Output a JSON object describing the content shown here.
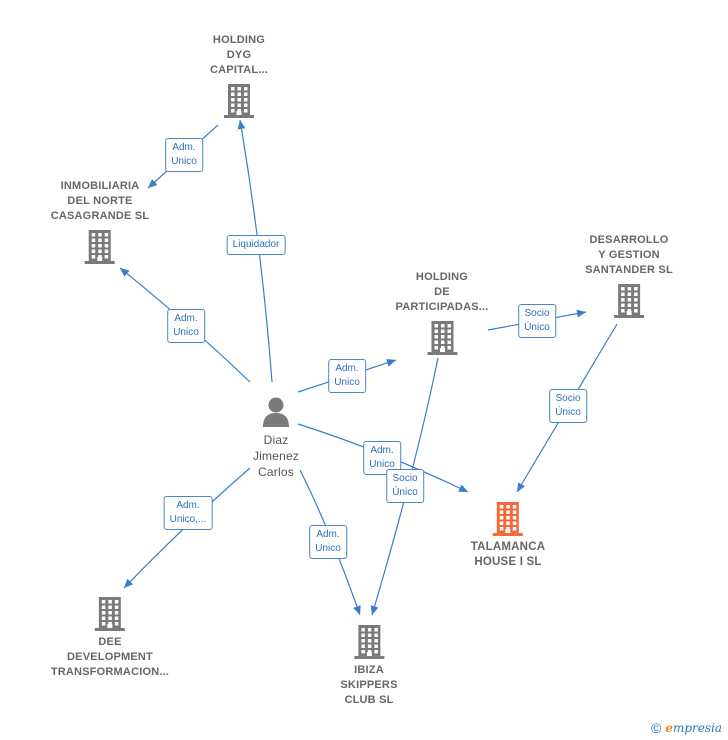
{
  "nodes": [
    {
      "id": "holding_dyg",
      "lines": [
        "HOLDING",
        "DYG",
        "CAPITAL..."
      ],
      "kind": "company"
    },
    {
      "id": "inmobiliaria",
      "lines": [
        "INMOBILIARIA",
        "DEL NORTE",
        "CASAGRANDE SL"
      ],
      "kind": "company"
    },
    {
      "id": "holding_part",
      "lines": [
        "HOLDING",
        "DE",
        "PARTICIPADAS..."
      ],
      "kind": "company"
    },
    {
      "id": "desarrollo",
      "lines": [
        "DESARROLLO",
        "Y GESTION",
        "SANTANDER SL"
      ],
      "kind": "company"
    },
    {
      "id": "person",
      "lines": [
        "Diaz",
        "Jimenez",
        "Carlos"
      ],
      "kind": "person"
    },
    {
      "id": "talamanca",
      "lines": [
        "TALAMANCA",
        "HOUSE I  SL"
      ],
      "kind": "main"
    },
    {
      "id": "dee",
      "lines": [
        "DEE",
        "DEVELOPMENT",
        "TRANSFORMACION..."
      ],
      "kind": "company"
    },
    {
      "id": "ibiza",
      "lines": [
        "IBIZA",
        "SKIPPERS",
        "CLUB  SL"
      ],
      "kind": "company"
    }
  ],
  "edges": [
    {
      "lines": [
        "Adm.",
        "Unico"
      ]
    },
    {
      "lines": [
        "Liquidador"
      ]
    },
    {
      "lines": [
        "Adm.",
        "Unico"
      ]
    },
    {
      "lines": [
        "Adm.",
        "Unico"
      ]
    },
    {
      "lines": [
        "Socio",
        "Único"
      ]
    },
    {
      "lines": [
        "Socio",
        "Único"
      ]
    },
    {
      "lines": [
        "Adm.",
        "Unico"
      ]
    },
    {
      "lines": [
        "Socio",
        "Único"
      ]
    },
    {
      "lines": [
        "Adm.",
        "Unico,..."
      ]
    },
    {
      "lines": [
        "Adm.",
        "Unico"
      ]
    }
  ],
  "colors": {
    "edge": "#3a7ec8",
    "company_icon": "#7a7a7a",
    "main_icon": "#f26a3a",
    "person_icon": "#7a7a7a"
  },
  "footer": {
    "copyright": "©",
    "brand_initial": "e",
    "brand_rest": "mpresia"
  }
}
